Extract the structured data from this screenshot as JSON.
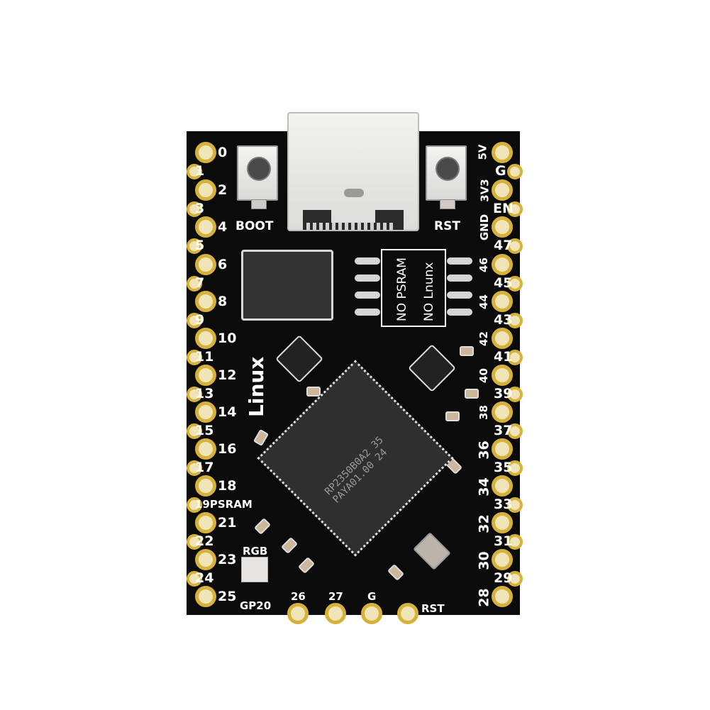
{
  "board": {
    "buttons": {
      "boot_label": "BOOT",
      "reset_label": "RST"
    },
    "silkscreen": {
      "os_label": "Linux",
      "notice_line1": "NO PSRAM",
      "notice_line2": "NO Lnunx",
      "rgb_label": "RGB",
      "gp20_label": "GP20",
      "psram_pin_label": "19PSRAM"
    },
    "chip_marking": {
      "line1": "RP2350B0A2 35",
      "line2": "PAYA01.00  24"
    },
    "left_pins": [
      "0",
      "1",
      "2",
      "3",
      "4",
      "5",
      "6",
      "7",
      "8",
      "9",
      "10",
      "11",
      "12",
      "13",
      "14",
      "15",
      "16",
      "17",
      "18",
      "19PSRAM",
      "21",
      "22",
      "23",
      "24",
      "25"
    ],
    "right_pins": [
      "5V",
      "G",
      "3V3",
      "EN",
      "GND",
      "47",
      "46",
      "45",
      "44",
      "43",
      "42",
      "41",
      "40",
      "39",
      "38",
      "37",
      "36",
      "35",
      "34",
      "33",
      "32",
      "31",
      "30",
      "29",
      "28"
    ],
    "bottom_pins": [
      "26",
      "27",
      "G",
      "RST"
    ],
    "colors": {
      "pcb": "#0b0b0b",
      "pad_gold": "#d6b23a",
      "silkscreen": "#ffffff"
    }
  }
}
